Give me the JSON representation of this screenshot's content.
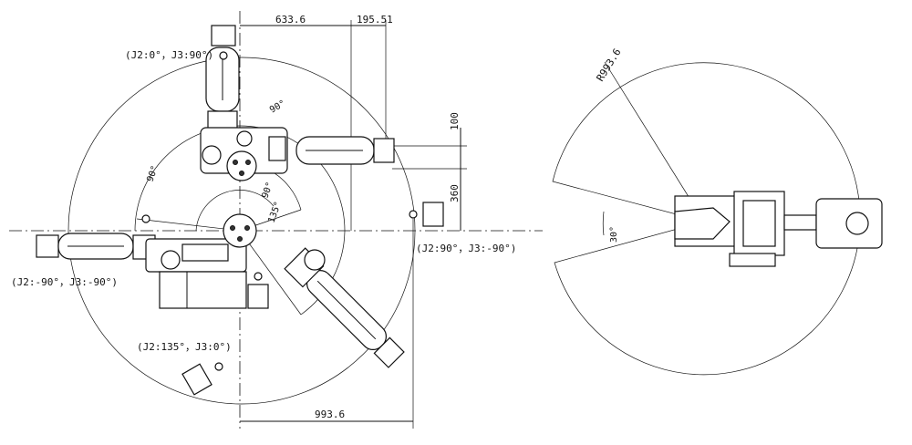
{
  "left_view": {
    "poses": {
      "top": "(J2:0°，J3:90°)",
      "right": "(J2:90°，J3:-90°)",
      "left": "(J2:-90°，J3:-90°)",
      "bottom": "(J2:135°，J3:0°)"
    },
    "dimensions": {
      "top_1": "633.6",
      "top_2": "195.51",
      "right_1": "100",
      "right_2": "360",
      "bottom": "993.6"
    },
    "angles": {
      "a1": "90°",
      "a2": "90°",
      "a3": "90°",
      "a4": "135°"
    }
  },
  "right_view": {
    "radius": "R993.6",
    "angle": "30°"
  }
}
